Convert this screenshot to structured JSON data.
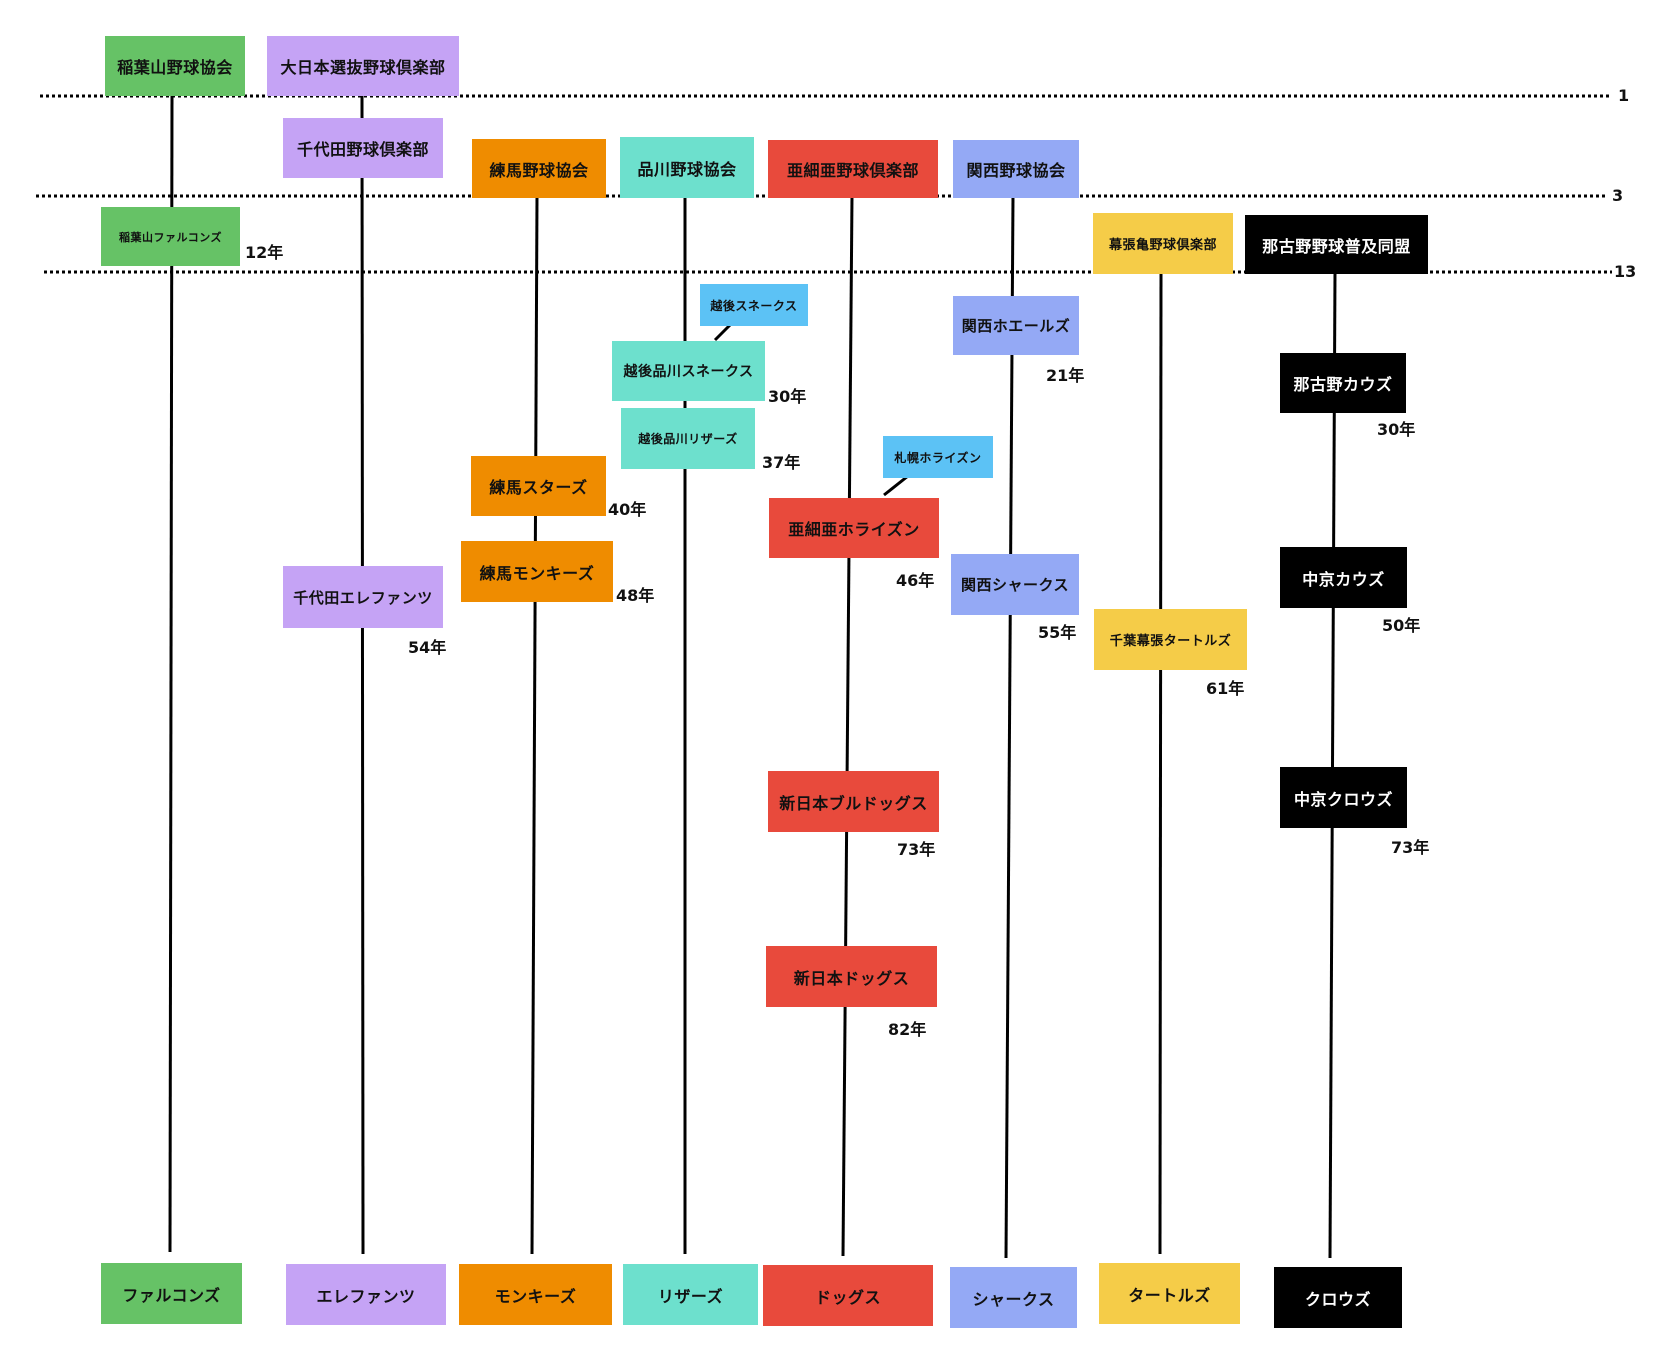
{
  "colors": {
    "green": "#66c266",
    "purple": "#c5a3f5",
    "orange": "#ef8c00",
    "teal": "#6de0cd",
    "red": "#e84a3c",
    "blue": "#94a9f5",
    "yellow": "#f5cc48",
    "black": "#000000",
    "light_blue": "#5cc2f5"
  },
  "reference_lines": [
    {
      "label": "1"
    },
    {
      "label": "3"
    },
    {
      "label": "13"
    }
  ],
  "nodes": {
    "inabayama_assoc": "稲葉山野球協会",
    "dainippon_club": "大日本選抜野球倶楽部",
    "chiyoda_club": "千代田野球倶楽部",
    "nerima_assoc": "練馬野球協会",
    "shinagawa_assoc": "品川野球協会",
    "asia_club": "亜細亜野球倶楽部",
    "kansai_assoc": "関西野球協会",
    "inabayama_falcons": "稲葉山ファルコンズ",
    "makuhari_club": "幕張亀野球倶楽部",
    "nagoya_league": "那古野野球普及同盟",
    "echigo_snakes": "越後スネークス",
    "kansai_whales": "関西ホエールズ",
    "echigo_shinagawa_snakes": "越後品川スネークス",
    "nagoya_cows": "那古野カウズ",
    "echigo_shinagawa_lizards": "越後品川リザーズ",
    "sapporo_horizon": "札幌ホライズン",
    "nerima_stars": "練馬スターズ",
    "asia_horizon": "亜細亜ホライズン",
    "nerima_monkeys": "練馬モンキーズ",
    "kansai_sharks": "関西シャークス",
    "chukyo_cows": "中京カウズ",
    "chiyoda_elephants": "千代田エレファンツ",
    "chiba_makuhari_turtles": "千葉幕張タートルズ",
    "shinnihon_bulldogs": "新日本ブルドッグス",
    "chukyo_crows": "中京クロウズ",
    "shinnihon_dogs": "新日本ドッグス",
    "falcons": "ファルコンズ",
    "elephants": "エレファンツ",
    "monkeys": "モンキーズ",
    "lizards": "リザーズ",
    "dogs": "ドッグス",
    "sharks": "シャークス",
    "turtles": "タートルズ",
    "crows": "クロウズ"
  },
  "years": {
    "inabayama_falcons": "12年",
    "kansai_whales": "21年",
    "echigo_shinagawa_snakes": "30年",
    "nagoya_cows": "30年",
    "echigo_shinagawa_lizards": "37年",
    "nerima_stars": "40年",
    "asia_horizon": "46年",
    "nerima_monkeys": "48年",
    "chukyo_cows": "50年",
    "chiyoda_elephants": "54年",
    "kansai_sharks": "55年",
    "chiba_makuhari_turtles": "61年",
    "shinnihon_bulldogs": "73年",
    "chukyo_crows": "73年",
    "shinnihon_dogs": "82年"
  }
}
